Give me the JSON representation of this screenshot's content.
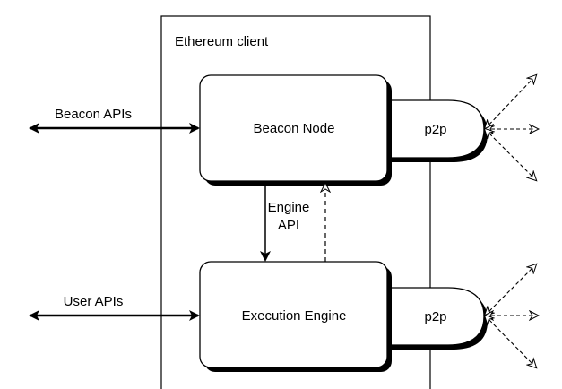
{
  "client": {
    "title": "Ethereum client"
  },
  "beacon_node": {
    "label": "Beacon Node",
    "p2p_label": "p2p"
  },
  "execution_engine": {
    "label": "Execution Engine",
    "p2p_label": "p2p"
  },
  "engine_api": {
    "line1": "Engine",
    "line2": "API"
  },
  "external": {
    "beacon_apis": "Beacon APIs",
    "user_apis": "User APIs"
  },
  "colors": {
    "stroke": "#000000",
    "background": "#ffffff",
    "shadow": "#000000"
  }
}
